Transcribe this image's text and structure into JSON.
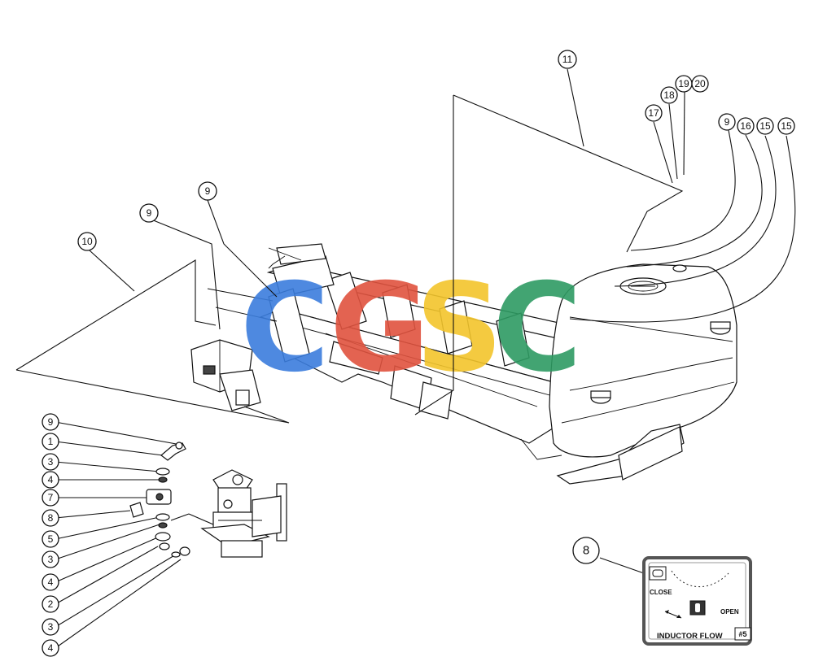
{
  "watermark": {
    "letters": [
      {
        "char": "C",
        "color": "#3b7ddd"
      },
      {
        "char": "G",
        "color": "#e0533f"
      },
      {
        "char": "S",
        "color": "#f3c52c"
      },
      {
        "char": "C",
        "color": "#2e9b63"
      }
    ]
  },
  "callouts": [
    {
      "id": "c11",
      "label": "11"
    },
    {
      "id": "c17",
      "label": "17"
    },
    {
      "id": "c18",
      "label": "18"
    },
    {
      "id": "c19",
      "label": "19"
    },
    {
      "id": "c20",
      "label": "20"
    },
    {
      "id": "c9a",
      "label": "9"
    },
    {
      "id": "c16",
      "label": "16"
    },
    {
      "id": "c15a",
      "label": "15"
    },
    {
      "id": "c15b",
      "label": "15"
    },
    {
      "id": "c9b",
      "label": "9"
    },
    {
      "id": "c9c",
      "label": "9"
    },
    {
      "id": "c10",
      "label": "10"
    },
    {
      "id": "l9",
      "label": "9"
    },
    {
      "id": "l1",
      "label": "1"
    },
    {
      "id": "l3a",
      "label": "3"
    },
    {
      "id": "l4a",
      "label": "4"
    },
    {
      "id": "l7",
      "label": "7"
    },
    {
      "id": "l8",
      "label": "8"
    },
    {
      "id": "l5",
      "label": "5"
    },
    {
      "id": "l3b",
      "label": "3"
    },
    {
      "id": "l4b",
      "label": "4"
    },
    {
      "id": "l2",
      "label": "2"
    },
    {
      "id": "l3c",
      "label": "3"
    },
    {
      "id": "l4c",
      "label": "4"
    },
    {
      "id": "c8",
      "label": "8"
    }
  ],
  "decal": {
    "close_label": "CLOSE",
    "open_label": "OPEN",
    "title": "INDUCTOR FLOW",
    "number": "#5"
  },
  "colors": {
    "line": "#111111",
    "decal_border": "#555555"
  }
}
